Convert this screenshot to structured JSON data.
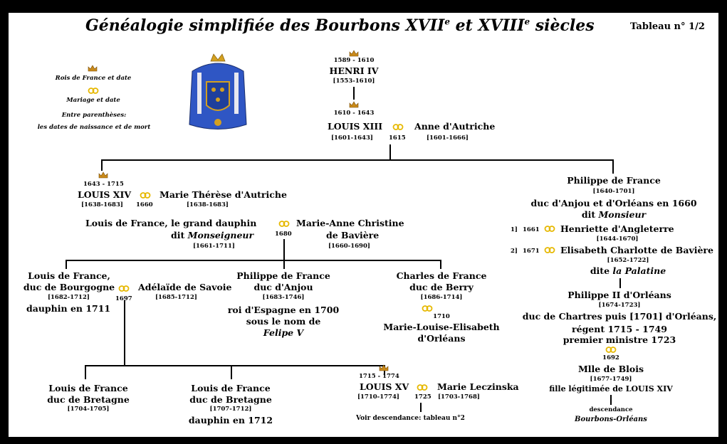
{
  "title": {
    "main": "Généalogie simplifiée des Bourbons ",
    "x1": "XVII",
    "s1": "e",
    "et": " et ",
    "x2": "XVIII",
    "s2": "e",
    "end": " siècles"
  },
  "tableau": "Tableau n° 1/2",
  "legend": {
    "kings": "Rois de France et date",
    "marriage": "Mariage et date",
    "paren1": "Entre parenthèses:",
    "paren2": "les dates de naissance et de mort"
  },
  "colors": {
    "crown": "#c98a1a",
    "rings": "#e6b800",
    "frame": "#000000",
    "coat_of_arms": "#1f3f9c"
  },
  "icons": {
    "king": "crown-icon",
    "marriage": "wedding-rings-icon",
    "arms": "coat-of-arms-icon"
  },
  "henri4": {
    "reign": "1589 - 1610",
    "name": "HENRI IV",
    "dates": "[1553-1610]"
  },
  "louis13": {
    "reign": "1610 - 1643",
    "name": "LOUIS XIII",
    "dates": "[1601-1643]",
    "year": "1615",
    "spouse": "Anne d'Autriche",
    "spouse_dates": "[1601-1666]"
  },
  "louis14": {
    "reign": "1643 - 1715",
    "name": "LOUIS XIV",
    "dates": "[1638-1683]",
    "year": "1660",
    "spouse": "Marie Thérèse d'Autriche",
    "spouse_dates": "[1638-1683]"
  },
  "dauphin": {
    "l1": "Louis de France, le grand dauphin",
    "l2a": "dit ",
    "l2b": "Monseigneur",
    "dates": "[1661-1711]",
    "year": "1680",
    "spouse1": "Marie-Anne Christine",
    "spouse2": "de Bavière",
    "spouse_dates": "[1660-1690]"
  },
  "philippe": {
    "l1": "Philippe de France",
    "dates": "[1640-1701]",
    "l2": "duc d'Anjou et d'Orléans en 1660",
    "l3a": "dit ",
    "l3b": "Monsieur",
    "m1_num": "1]",
    "m1_year": "1661",
    "m1_spouse": "Henriette d'Angleterre",
    "m1_dates": "[1644-1670]",
    "m2_num": "2]",
    "m2_year": "1671",
    "m2_spouse": "Elisabeth Charlotte de Bavière",
    "m2_dates": "[1652-1722]",
    "m2_l2a": "dite ",
    "m2_l2b": "la Palatine"
  },
  "philippe2": {
    "l1": "Philippe II d'Orléans",
    "dates": "[1674-1723]",
    "l2": "duc de Chartres puis [1701] d'Orléans,",
    "l3": "régent  1715 - 1749",
    "l4": "premier ministre  1723",
    "year": "1692",
    "spouse": "Mlle de Blois",
    "spouse_dates": "[1677-1749]",
    "spouse_note": "fille légitimée de LOUIS XIV",
    "desc1": "descendance",
    "desc2": "Bourbons-Orléans"
  },
  "bourgogne": {
    "l1": "Louis de France,",
    "l2": "duc de Bourgogne",
    "dates": "[1682-1712]",
    "l3": "dauphin en 1711",
    "year": "1697",
    "spouse": "Adélaïde de Savoie",
    "spouse_dates": "[1685-1712]"
  },
  "anjou": {
    "l1": "Philippe de France",
    "l2": "duc d'Anjou",
    "dates": "[1683-1746]",
    "l3": "roi d'Espagne en 1700",
    "l4": "sous le nom de",
    "l5": "Felipe V"
  },
  "berry": {
    "l1": "Charles de France",
    "l2": "duc de Berry",
    "dates": "[1686-1714]",
    "year": "1710",
    "spouse1": "Marie-Louise-Elisabeth",
    "spouse2": "d'Orléans"
  },
  "bretagne1": {
    "l1": "Louis de France",
    "l2": "duc de Bretagne",
    "dates": "[1704-1705]"
  },
  "bretagne2": {
    "l1": "Louis de France",
    "l2": "duc de Bretagne",
    "dates": "[1707-1712]",
    "l3": "dauphin en 1712"
  },
  "louis15": {
    "reign": "1715 - 1774",
    "name": "LOUIS XV",
    "dates": "[1710-1774]",
    "year": "1725",
    "spouse": "Marie Leczinska",
    "spouse_dates": "[1703-1768]",
    "see": "Voir descendance: tableau n°2"
  }
}
